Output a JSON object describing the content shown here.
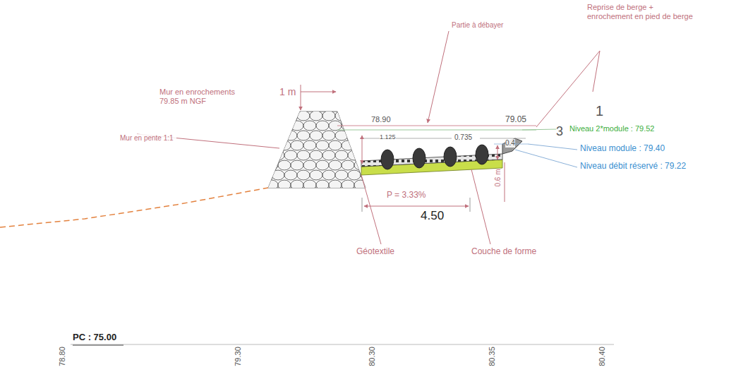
{
  "diagram": {
    "labels": [
      "Reprise de berge + enrochement en pied de berge",
      "Partie à débayer",
      "Mur en enrochements 79.85 m NGF",
      "1 m",
      "Mur en pente 1:1",
      "78.90",
      "79.05",
      "1",
      "3",
      "Niveau 2*module : 79.52",
      "Niveau module : 79.40",
      "Niveau débit réservé : 79.22",
      "1.125",
      "0.735",
      "0.4",
      "0.6 m",
      "P = 3.33%",
      "4.50",
      "Géotextile",
      "Couche de forme",
      "PC : 75.00",
      "78.80",
      "79.30",
      "80.30",
      "80.35",
      "80.40"
    ]
  }
}
